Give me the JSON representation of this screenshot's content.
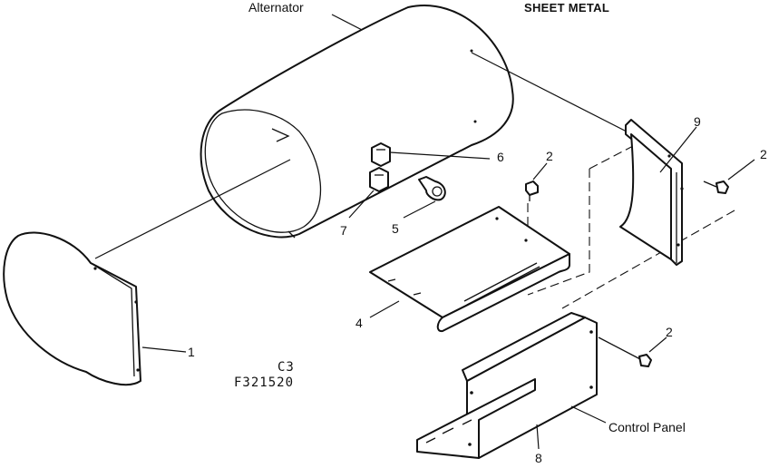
{
  "title": "SHEET METAL",
  "parts": {
    "alternator": "Alternator",
    "control_panel": "Control Panel"
  },
  "callouts": {
    "c1": "1",
    "c2a": "2",
    "c2b": "2",
    "c2c": "2",
    "c4": "4",
    "c5": "5",
    "c6": "6",
    "c7": "7",
    "c8": "8",
    "c9": "9"
  },
  "figure": {
    "code": "C3",
    "number": "F321520"
  }
}
